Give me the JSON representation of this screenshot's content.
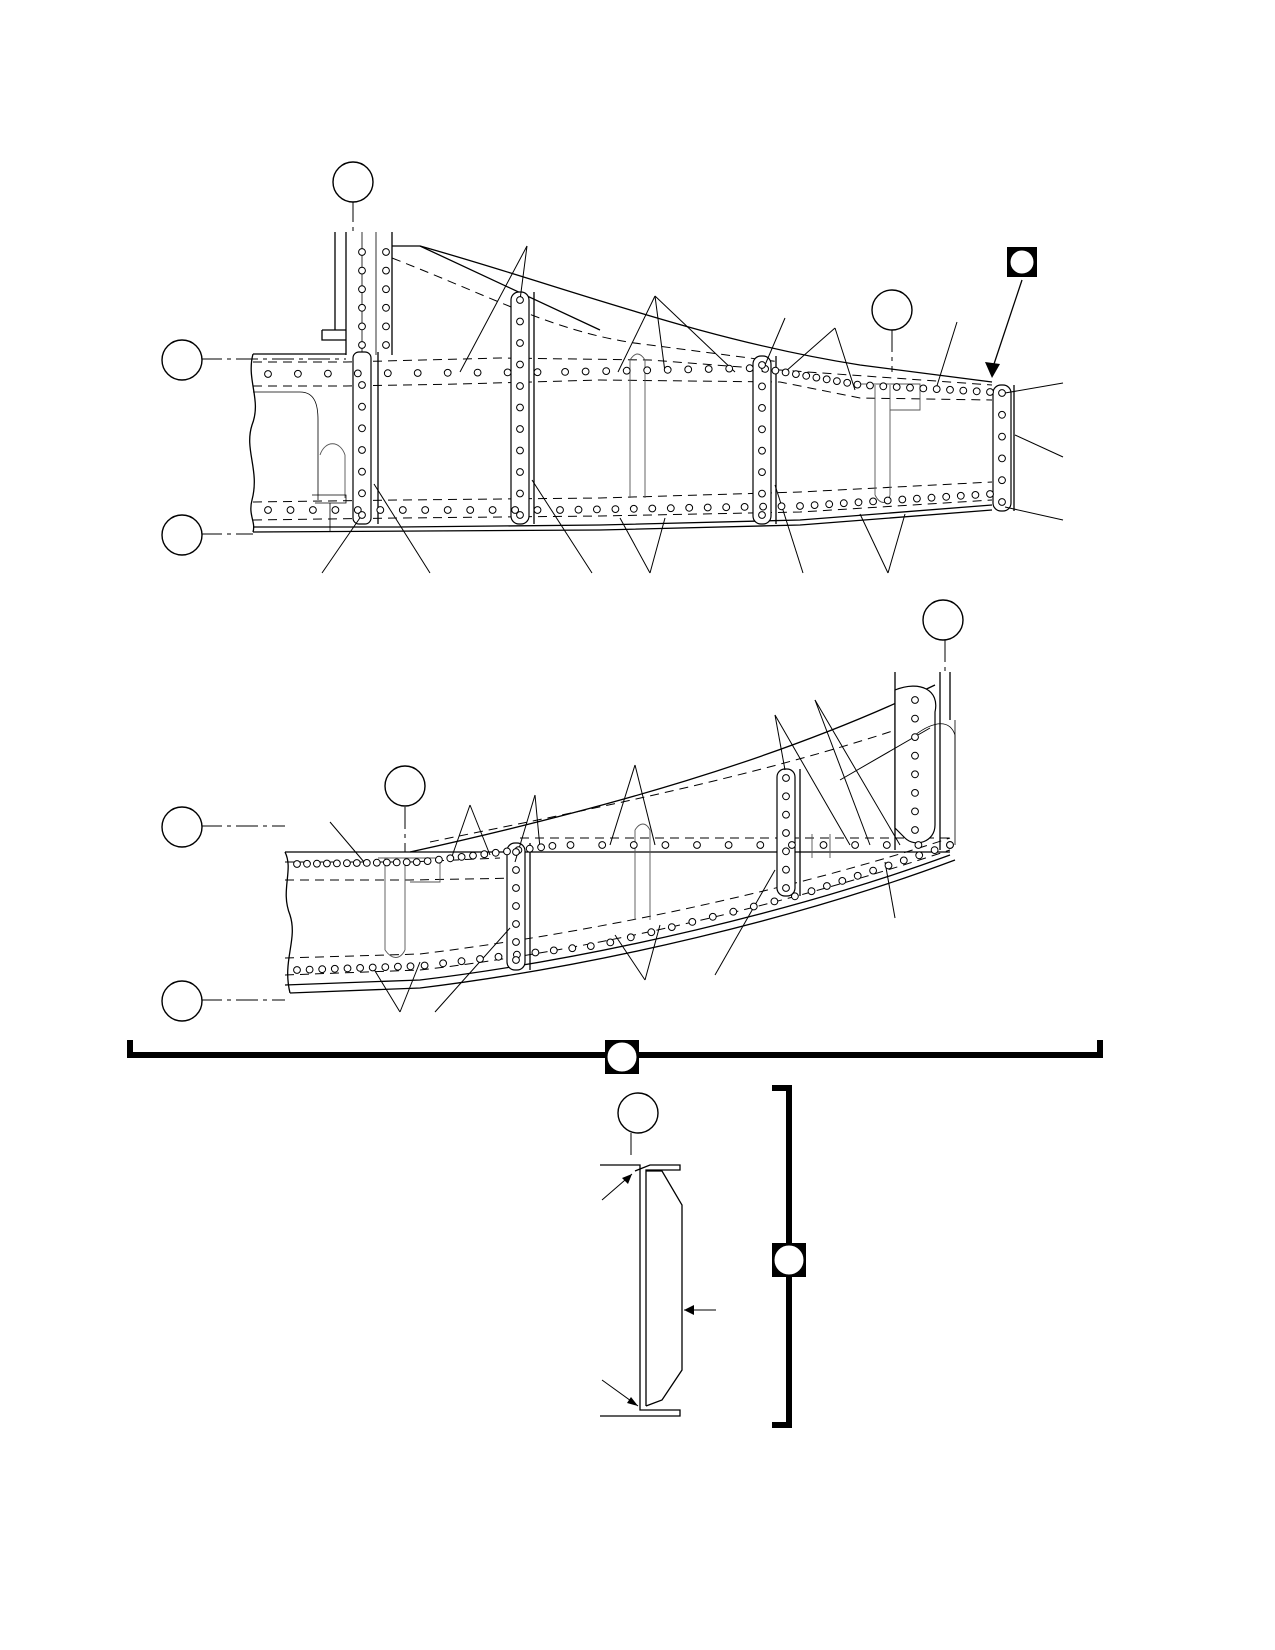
{
  "page": {
    "background": "#ffffff",
    "line_color": "#000000"
  },
  "views": [
    {
      "name": "upper-section-view",
      "callout_bubbles": 6,
      "callout_labels": []
    },
    {
      "name": "lower-section-view",
      "callout_bubbles": 4,
      "callout_labels": []
    },
    {
      "name": "detail-view",
      "callout_bubbles": 1,
      "callout_labels": []
    }
  ],
  "view_separators": {
    "horizontal_bar_bubble_label": "",
    "vertical_bar_bubble_label": ""
  }
}
